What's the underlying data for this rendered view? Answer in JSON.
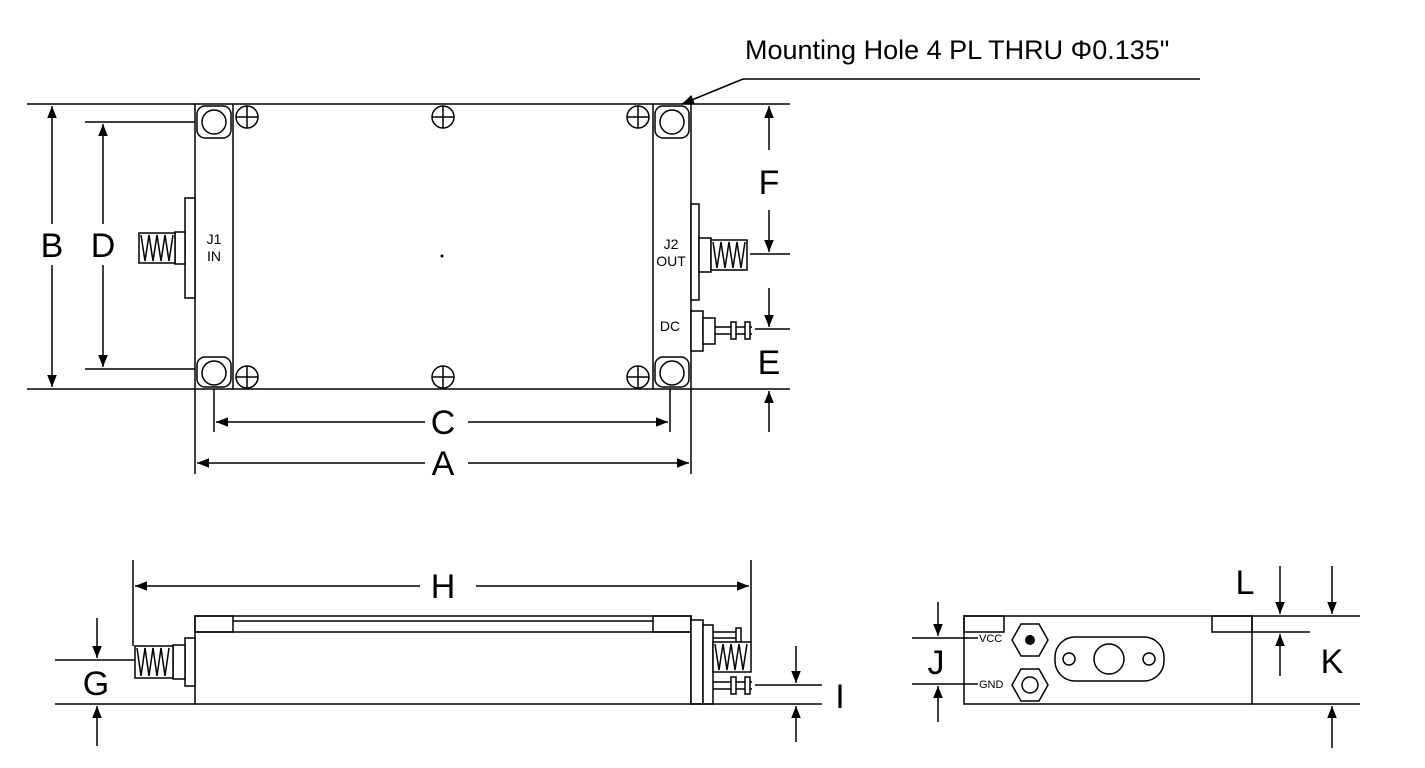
{
  "note": {
    "mounting_hole": "Mounting Hole 4 PL THRU Φ0.135\""
  },
  "dimensions": {
    "A": "A",
    "B": "B",
    "C": "C",
    "D": "D",
    "E": "E",
    "F": "F",
    "G": "G",
    "H": "H",
    "I": "I",
    "J": "J",
    "K": "K",
    "L": "L"
  },
  "connectors": {
    "j1": "J1",
    "j1_sub": "IN",
    "j2": "J2",
    "j2_sub": "OUT",
    "dc": "DC",
    "vcc": "VCC",
    "gnd": "GND"
  }
}
